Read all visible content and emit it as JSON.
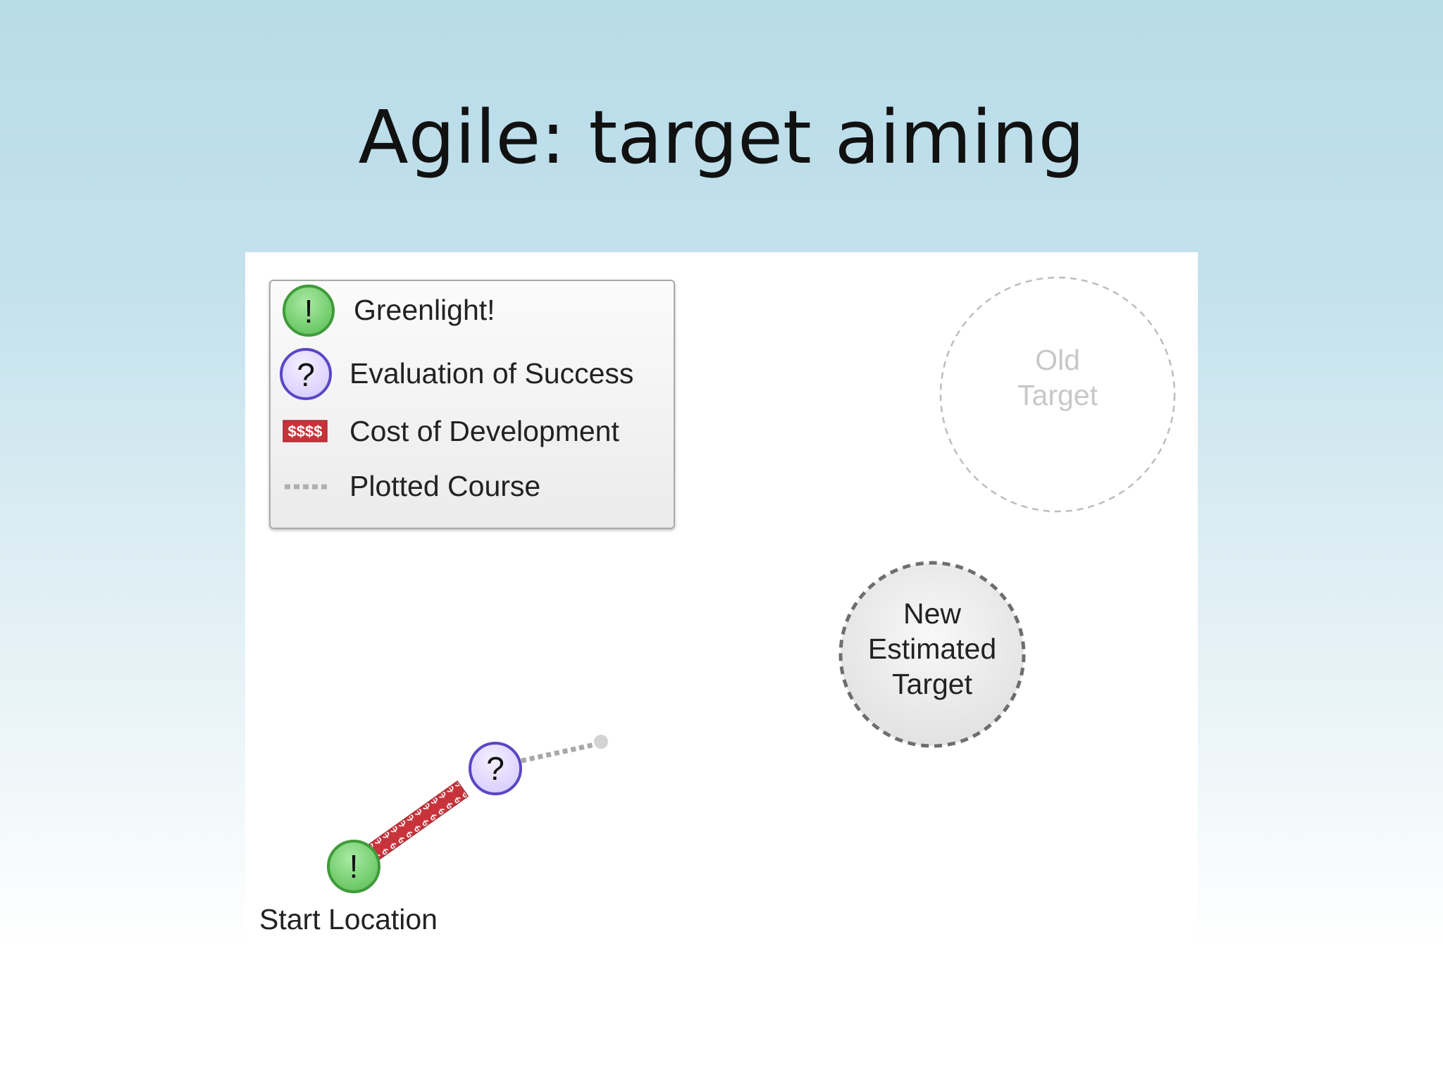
{
  "slide": {
    "title": "Agile: target aiming"
  },
  "legend": {
    "items": [
      {
        "icon": "greenlight-icon",
        "label": "Greenlight!"
      },
      {
        "icon": "evaluation-icon",
        "label": "Evaluation of Success"
      },
      {
        "icon": "cost-icon",
        "label": "Cost of Development"
      },
      {
        "icon": "plotted-course-icon",
        "label": "Plotted Course"
      }
    ]
  },
  "markers": {
    "greenlight_symbol": "!",
    "evaluation_symbol": "?",
    "cost_symbol": "$$$$"
  },
  "map": {
    "start_label": "Start Location",
    "old_target": {
      "line1": "Old",
      "line2": "Target"
    },
    "new_target": {
      "line1": "New",
      "line2": "Estimated",
      "line3": "Target"
    }
  },
  "colors": {
    "greenlight_fill": "#7fd67a",
    "greenlight_stroke": "#3f9b3a",
    "evaluation_fill": "#e4dcff",
    "evaluation_stroke": "#5b46c4",
    "cost_red": "#c8323a",
    "course_grey": "#b0b0b0",
    "old_target_text": "#c8c8c8"
  }
}
